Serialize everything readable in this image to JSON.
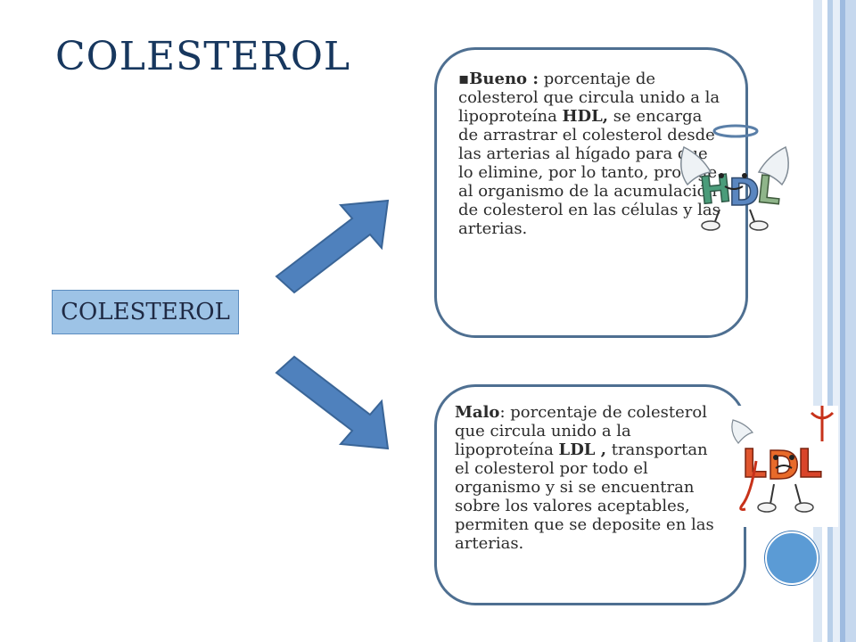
{
  "slide": {
    "title": "COLESTEROL",
    "center_label": "COLESTEROL",
    "good": {
      "bullet": "▪",
      "term": "Bueno :",
      "text1": " porcentaje de colesterol que circula unido a la lipoproteína ",
      "term2": "HDL,",
      "text2": " se encarga de arrastrar el colesterol desde las arterias al hígado para que lo elimine, por lo tanto, protege al organismo de la acumulación de colesterol en las células y las arterias.",
      "mascot_label": "HDL"
    },
    "bad": {
      "term": "Malo",
      "text1": ": porcentaje de colesterol que circula unido a la lipoproteína ",
      "term2": "LDL ,",
      "text2": " transportan el colesterol por todo el organismo y si se encuentran sobre los valores aceptables, permiten que se deposite en las arterias.",
      "mascot_label": "LDL"
    }
  },
  "colors": {
    "title": "#17375e",
    "label_fill": "#9dc3e6",
    "arrow_fill": "#4f81bd",
    "card_border": "#4e6f91",
    "stripes": [
      "#c9d9ec",
      "#dbe7f4",
      "#a9c4e4",
      "#8fb0db"
    ],
    "dot": "#5b9bd5"
  }
}
